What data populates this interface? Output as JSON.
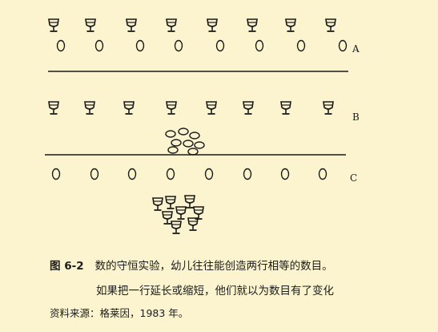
{
  "figure": {
    "row_labels": [
      "A",
      "B",
      "C"
    ]
  },
  "caption": {
    "number": "图 6-2",
    "line1": "数的守恒实验，幼儿往往能创造两行相等的数目。",
    "line2": "如果把一行延长或缩短，他们就以为数目有了变化",
    "source": "资料来源：格莱因，1983 年。"
  }
}
